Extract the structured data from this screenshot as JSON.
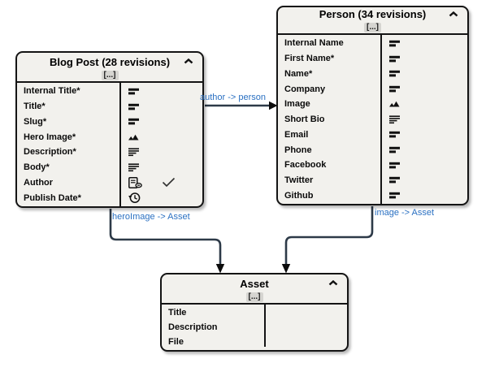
{
  "diagram": {
    "entities": [
      {
        "title": "Blog Post (28 revisions)",
        "more_label": "[...]",
        "fields": [
          {
            "label": "Internal Title*",
            "icon": "short-text"
          },
          {
            "label": "Title*",
            "icon": "short-text"
          },
          {
            "label": "Slug*",
            "icon": "short-text"
          },
          {
            "label": "Hero Image*",
            "icon": "media"
          },
          {
            "label": "Description*",
            "icon": "long-text"
          },
          {
            "label": "Body*",
            "icon": "long-text"
          },
          {
            "label": "Author",
            "icon": "reference",
            "checked": true
          },
          {
            "label": "Publish Date*",
            "icon": "date"
          }
        ]
      },
      {
        "title": "Person (34 revisions)",
        "more_label": "[...]",
        "fields": [
          {
            "label": "Internal Name",
            "icon": "short-text"
          },
          {
            "label": "First Name*",
            "icon": "short-text"
          },
          {
            "label": "Name*",
            "icon": "short-text"
          },
          {
            "label": "Company",
            "icon": "short-text"
          },
          {
            "label": "Image",
            "icon": "media"
          },
          {
            "label": "Short Bio",
            "icon": "long-text"
          },
          {
            "label": "Email",
            "icon": "short-text"
          },
          {
            "label": "Phone",
            "icon": "short-text"
          },
          {
            "label": "Facebook",
            "icon": "short-text"
          },
          {
            "label": "Twitter",
            "icon": "short-text"
          },
          {
            "label": "Github",
            "icon": "short-text"
          }
        ]
      },
      {
        "title": "Asset",
        "more_label": "[...]",
        "fields": [
          {
            "label": "Title",
            "icon": "none"
          },
          {
            "label": "Description",
            "icon": "none"
          },
          {
            "label": "File",
            "icon": "none"
          }
        ]
      }
    ],
    "connections": [
      {
        "label": "author -> person",
        "from": "Blog Post",
        "to": "Person"
      },
      {
        "label": "heroImage -> Asset",
        "from": "Blog Post",
        "to": "Asset"
      },
      {
        "label": "image -> Asset",
        "from": "Person",
        "to": "Asset"
      }
    ],
    "colors": {
      "connection_label": "#2a70c2",
      "connector_line": "#2d3a48",
      "arrowhead": "#0c0c0c",
      "entity_fill": "#f2f1ed",
      "entity_border": "#141414"
    }
  }
}
